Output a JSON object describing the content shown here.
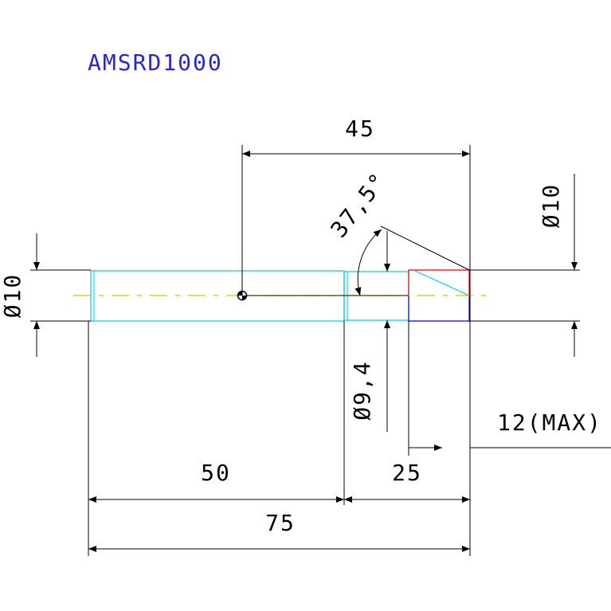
{
  "title": "AMSRD1000",
  "dimensions": {
    "overall_length": "75",
    "shank_length": "50",
    "tip_length": "25",
    "center_offset": "45",
    "body_diameter": "Ø10",
    "tip_diameter": "Ø10",
    "neck_diameter": "Ø9,4",
    "chamfer_angle": "37,5°",
    "max_depth": "12(MAX)"
  },
  "colors": {
    "title": "#2828c8",
    "outline": "#000000",
    "body": "#00c8e6",
    "tip_upper": "#e60000",
    "tip_lower": "#0000c8",
    "centerline": "#d2c800"
  }
}
